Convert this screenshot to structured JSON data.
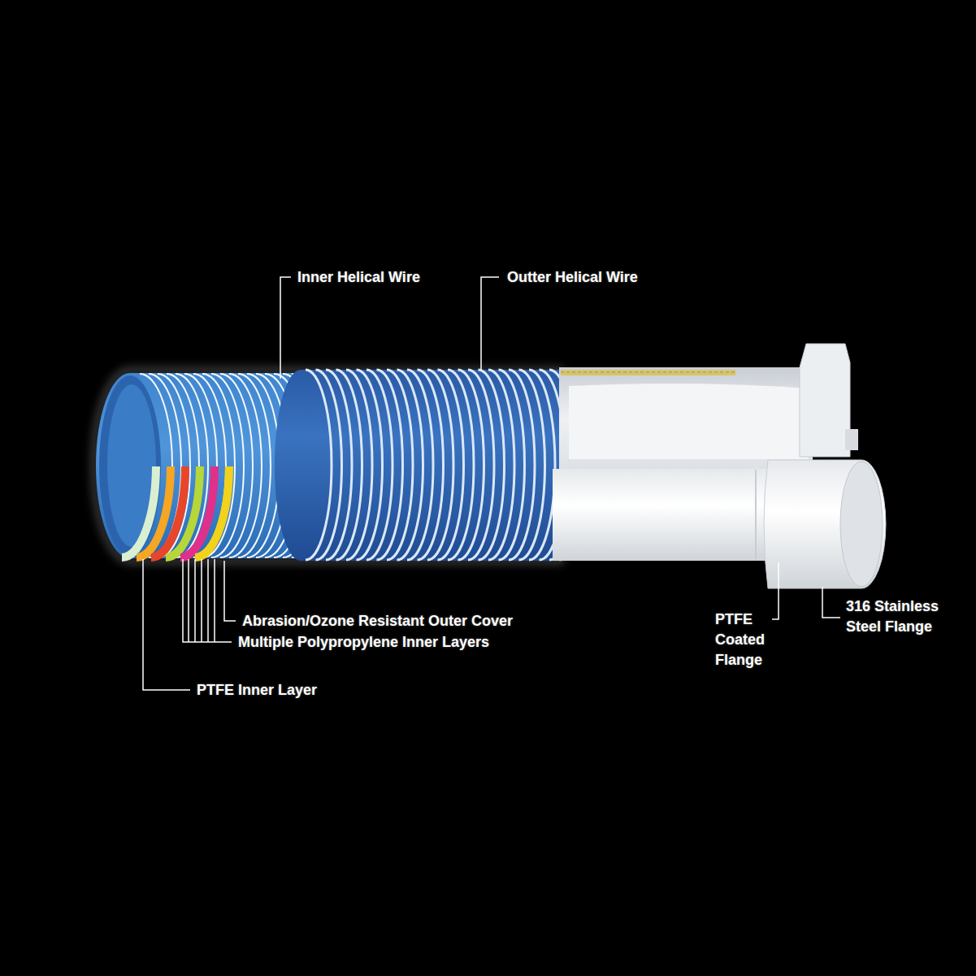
{
  "diagram": {
    "labels": [
      "Inner Helical Wire",
      "Outter Helical Wire",
      "Abrasion/Ozone Resistant Outer Cover",
      "Multiple Polypropylene Inner Layers",
      "PTFE Inner Layer",
      "PTFE Coated Flange",
      "316 Stainless Steel Flange"
    ]
  }
}
